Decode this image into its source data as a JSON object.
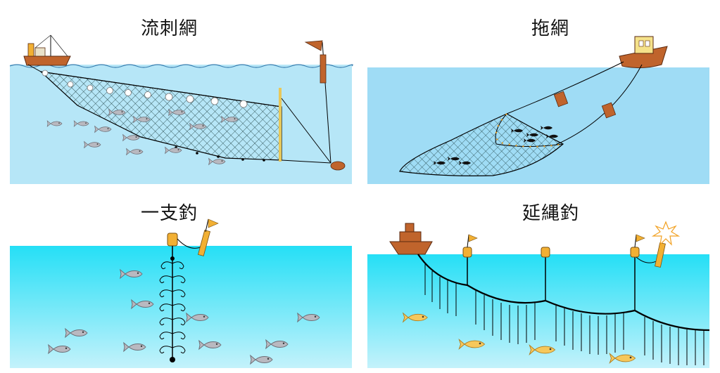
{
  "panels": [
    {
      "id": "gillnet",
      "title": "流刺網"
    },
    {
      "id": "trawl",
      "title": "拖網"
    },
    {
      "id": "pole",
      "title": "一支釣"
    },
    {
      "id": "longline",
      "title": "延縄釣"
    }
  ],
  "colors": {
    "sea_light": "#b6e6f7",
    "sea_trawl": "#9fdcf5",
    "sea_deep_top": "#29e2f7",
    "sea_deep_bottom": "#bff1fb",
    "boat": "#c0642c",
    "float_white": "#ffffff",
    "buoy": "#f2b033",
    "fish_grey": "#b8b8bd",
    "fish_gold": "#f5c45a",
    "line": "#000000"
  }
}
